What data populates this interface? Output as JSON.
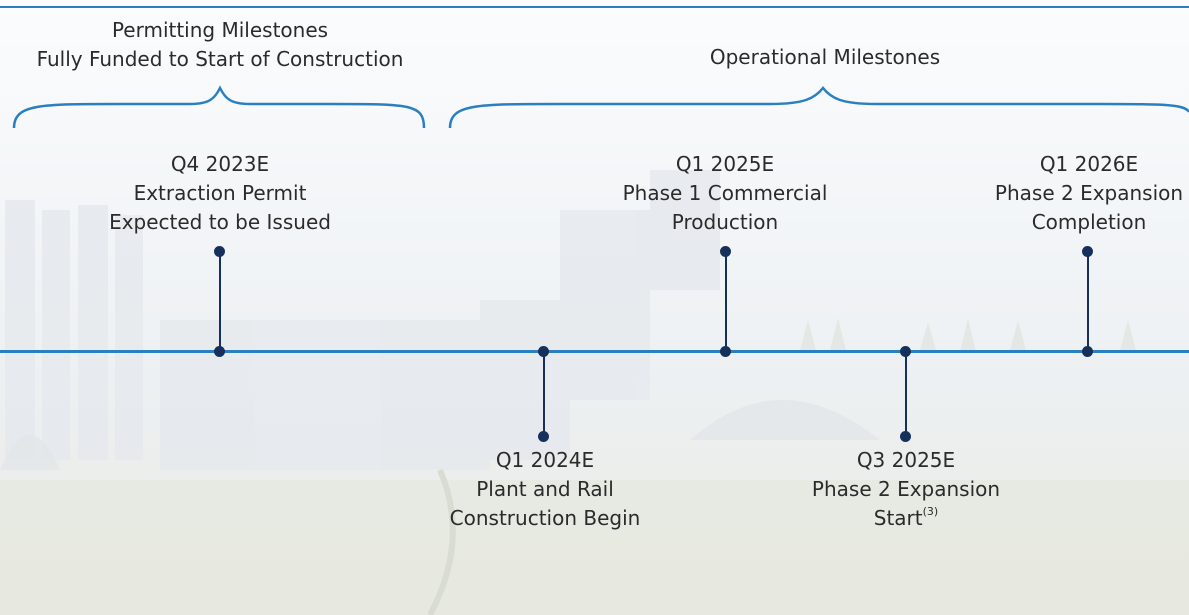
{
  "headers": {
    "permitting": {
      "line1": "Permitting Milestones",
      "line2": "Fully Funded to Start of Construction"
    },
    "operational": {
      "line1": "Operational Milestones"
    }
  },
  "milestones": [
    {
      "date": "Q4 2023E",
      "line1": "Extraction Permit",
      "line2": "Expected to be Issued",
      "side": "above"
    },
    {
      "date": "Q1 2024E",
      "line1": "Plant and Rail",
      "line2": "Construction Begin",
      "side": "below"
    },
    {
      "date": "Q1 2025E",
      "line1": "Phase 1 Commercial",
      "line2": "Production",
      "side": "above"
    },
    {
      "date": "Q3 2025E",
      "line1": "Phase 2 Expansion",
      "line2": "Start",
      "footnote": "(3)",
      "side": "below"
    },
    {
      "date": "Q1 2026E",
      "line1": "Phase 2 Expansion",
      "line2": "Completion",
      "side": "above"
    }
  ],
  "colors": {
    "timeline": "#2a7fc1",
    "marker": "#16305c",
    "text": "#2b2b2b"
  }
}
